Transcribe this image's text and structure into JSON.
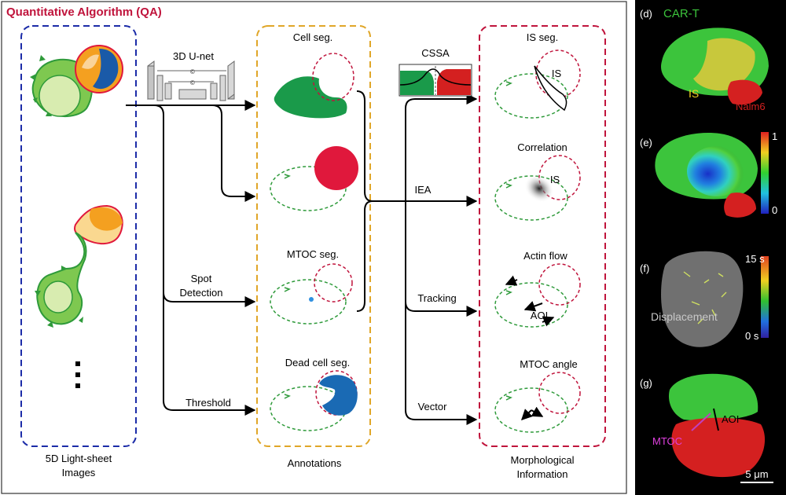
{
  "title": "Quantitative Algorithm (QA)",
  "inputs": {
    "label_line1": "5D Light-sheet",
    "label_line2": "Images"
  },
  "methods": {
    "unet": "3D U-net",
    "spot_line1": "Spot",
    "spot_line2": "Detection",
    "threshold": "Threshold",
    "cssa": "CSSA",
    "iea": "IEA",
    "tracking": "Tracking",
    "vector": "Vector",
    "unet_glyph": "©"
  },
  "annotations": {
    "footer": "Annotations",
    "cell_seg": "Cell seg.",
    "mtoc_seg": "MTOC seg.",
    "dead_cell_seg": "Dead cell seg."
  },
  "morphology": {
    "footer_line1": "Morphological",
    "footer_line2": "Information",
    "is_seg": "IS seg.",
    "correlation": "Correlation",
    "actin_flow": "Actin flow",
    "mtoc_angle": "MTOC angle",
    "is_label": "IS",
    "aoi_label": "AOI"
  },
  "panels": {
    "d_label": "(d)",
    "d_title": "CAR-T",
    "d_is": "IS",
    "d_nalm6": "Nalm6",
    "e_label": "(e)",
    "e_max": "1",
    "e_min": "0",
    "f_label": "(f)",
    "f_max": "15 s",
    "f_min": "0 s",
    "f_text": "Displacement",
    "g_label": "(g)",
    "g_mtoc": "MTOC",
    "g_aoi": "AOI",
    "scale": "5 μm"
  },
  "colors": {
    "title_red": "#c0143c",
    "blue_box": "#1c2ca8",
    "orange_box": "#e0a628",
    "red_box": "#c0143c",
    "cell_green": "#36a84a",
    "target_red": "#e0183c",
    "dead_blue": "#1a6ab4",
    "car_t_green": "#3cc43c",
    "is_yellow": "#c8c83c",
    "nalm6_red": "#d42020"
  }
}
